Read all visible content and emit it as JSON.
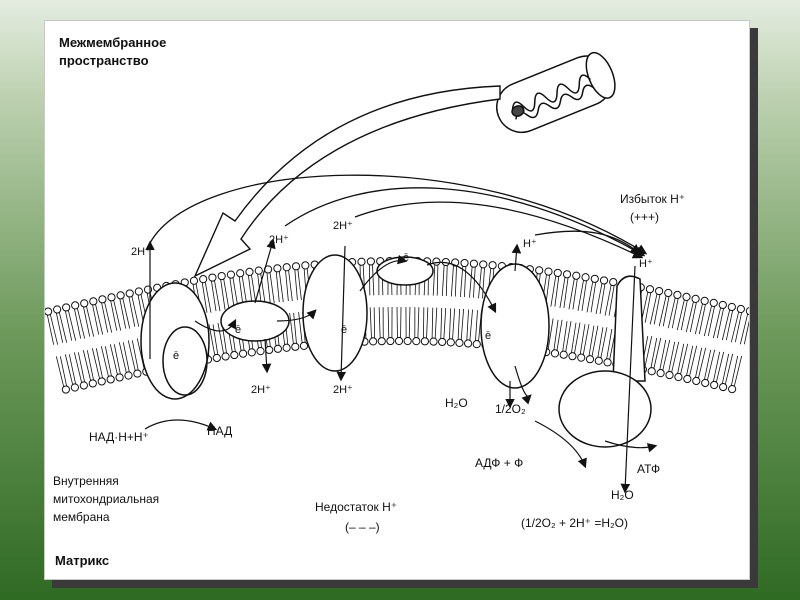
{
  "labels": {
    "intermembrane_l1": "Межмембранное",
    "intermembrane_l2": "пространство",
    "excess": "Избыток H⁺",
    "excess_sign": "(+++)",
    "h_right_top": "H⁺",
    "h_right_pump": "H⁺",
    "h2_left": "2H⁺",
    "h2_mid": "2H⁺",
    "h2_center": "2H⁺",
    "e_top": "ē",
    "e_c1": "ē",
    "e_q": "ē",
    "e_c3": "ē",
    "e_c4": "ē",
    "h2_bottom_a": "2H⁺",
    "h2_bottom_b": "2H⁺",
    "nadh": "НАД·Н+H⁺",
    "nad": "НАД",
    "h2o_left": "H₂O",
    "o2_half": "1/2O₂",
    "adp": "АДФ + Ф",
    "atp": "АТФ",
    "h2o_right": "H₂O",
    "equation": "(1/2O₂ + 2H⁺ =H₂O)",
    "deficit": "Недостаток H⁺",
    "deficit_sign": "(– – –)",
    "membrane_l1": "Внутренняя",
    "membrane_l2": "митохондриальная",
    "membrane_l3": "мембрана",
    "matrix": "Матрикс"
  },
  "colors": {
    "ink": "#111111",
    "paper": "#ffffff",
    "frame_shadow": "#3a3a3a"
  }
}
